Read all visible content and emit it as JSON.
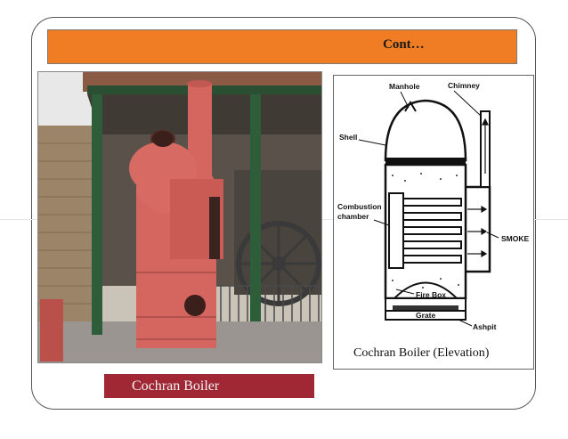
{
  "slide": {
    "title": "Cont…",
    "caption": "Cochran Boiler"
  },
  "photo": {
    "subject": "Cochran Boiler"
  },
  "diagram": {
    "labels": {
      "manhole": "Manhole",
      "chimney": "Chimney",
      "shell": "Shell",
      "combustion_line1": "Combustion",
      "combustion_line2": "chamber",
      "smoke": "SMOKE",
      "fire_box": "Fire Box",
      "grate": "Grate",
      "ashpit": "Ashpit"
    },
    "caption": "Cochran Boiler (Elevation)"
  },
  "colors": {
    "title_bar": "#f07d24",
    "caption_bar": "#a02734",
    "boiler": "#d4655f",
    "pillar": "#2e5d3a"
  }
}
